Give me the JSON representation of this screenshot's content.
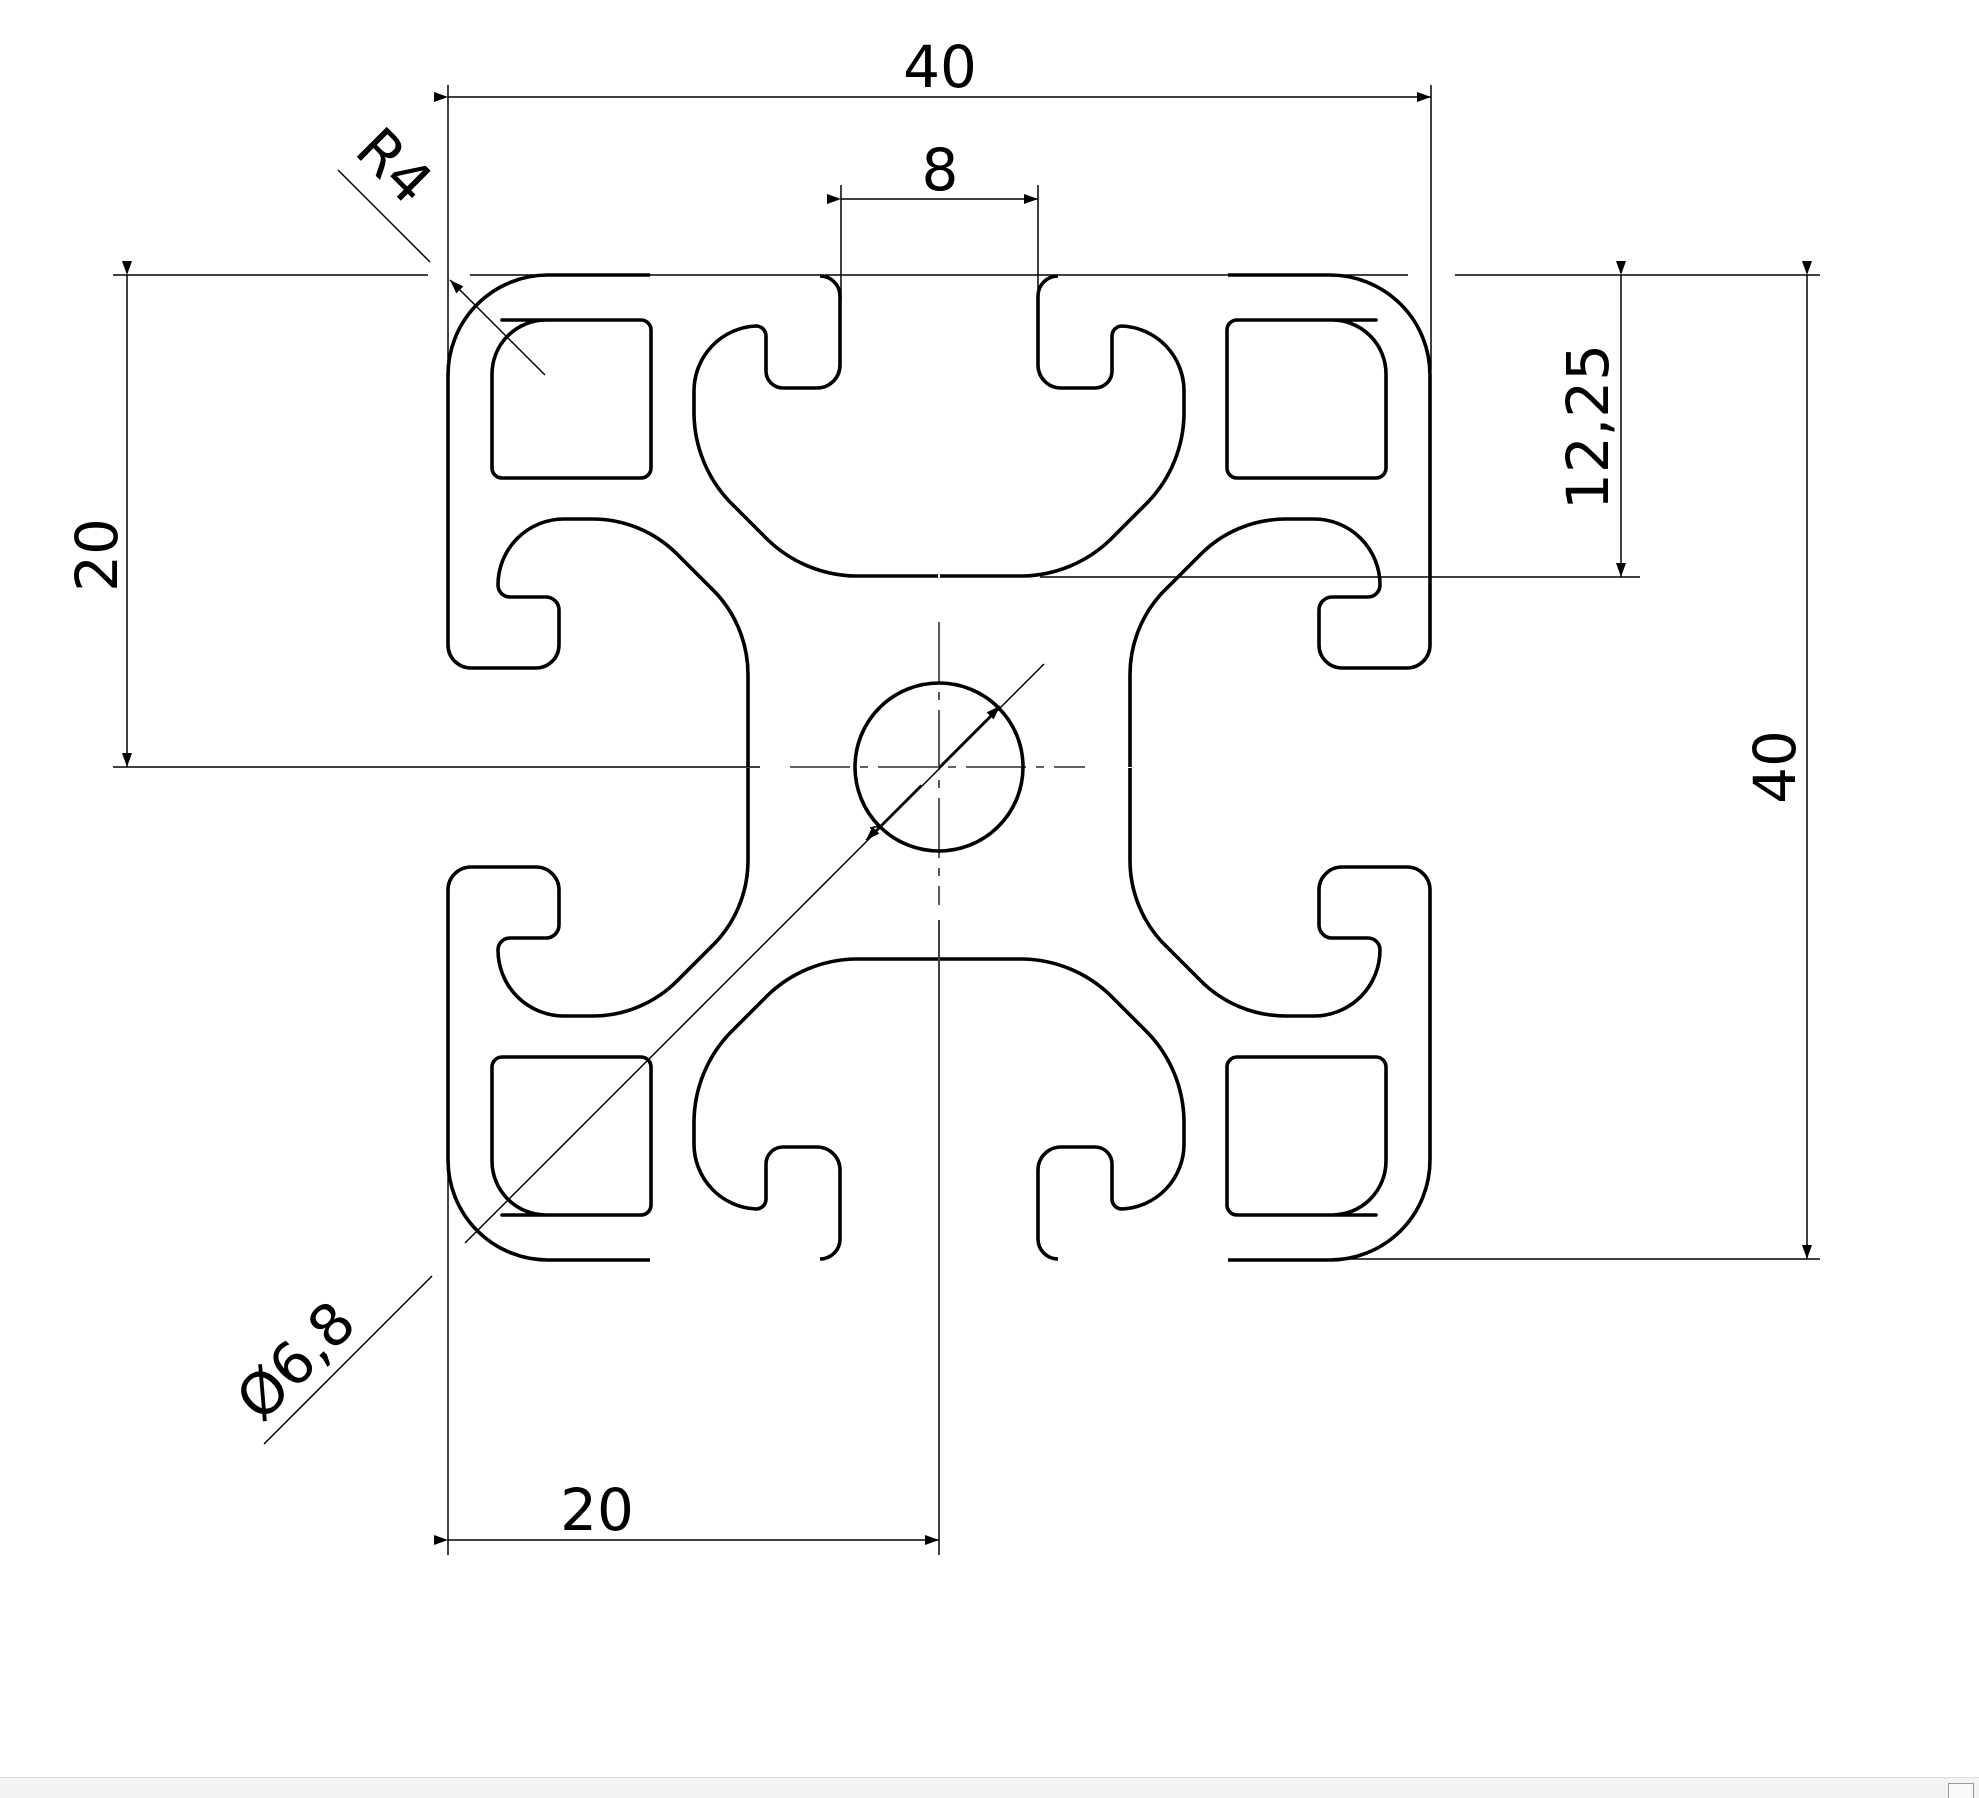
{
  "drawing": {
    "title": "",
    "dimensions": {
      "overall_width": "40",
      "slot_width": "8",
      "corner_radius": "R4",
      "half_height": "20",
      "slot_depth": "12,25",
      "overall_height": "40",
      "bore_diameter": "Ø6,8",
      "half_width": "20"
    }
  }
}
